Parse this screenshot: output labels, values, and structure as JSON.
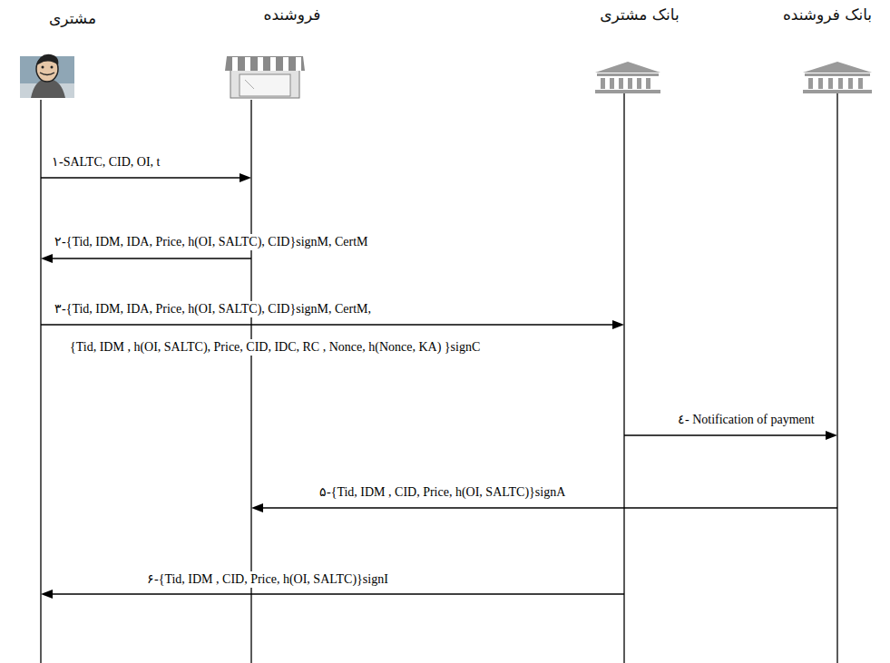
{
  "diagram": {
    "nodes": [
      {
        "text": [
          "مشتری"
        ]
      },
      {
        "text": [
          "فروشنده"
        ]
      },
      {
        "text": [
          "بانک مشتری"
        ]
      },
      {
        "text": [
          "بانک فروشنده"
        ]
      }
    ],
    "edges": [
      {
        "from": 0,
        "to": 1,
        "arrow": "to",
        "label": "۱-SALTC, CID, OI, t"
      },
      {
        "from": 1,
        "to": 0,
        "arrow": "to",
        "label": "۲-{Tid, IDM, IDA, Price, h(OI, SALTC), CID}signM, CertM"
      },
      {
        "from": 0,
        "to": 2,
        "arrow": "to",
        "label": "۳-{Tid, IDM, IDA, Price, h(OI, SALTC), CID}signM, CertM,"
      },
      {
        "from": 2,
        "to": 3,
        "arrow": "to",
        "label": "٤- Notification of payment"
      },
      {
        "from": 3,
        "to": 1,
        "arrow": "to",
        "label": "۵-{Tid, IDM , CID, Price, h(OI, SALTC)}signA"
      },
      {
        "from": 2,
        "to": 0,
        "arrow": "to",
        "label": "۶-{Tid, IDM , CID, Price, h(OI, SALTC)}signI"
      }
    ],
    "labels": [
      "{Tid, IDM , h(OI, SALTC), Price, CID, IDC, RC , Nonce, h(Nonce, KA) }signC"
    ]
  }
}
